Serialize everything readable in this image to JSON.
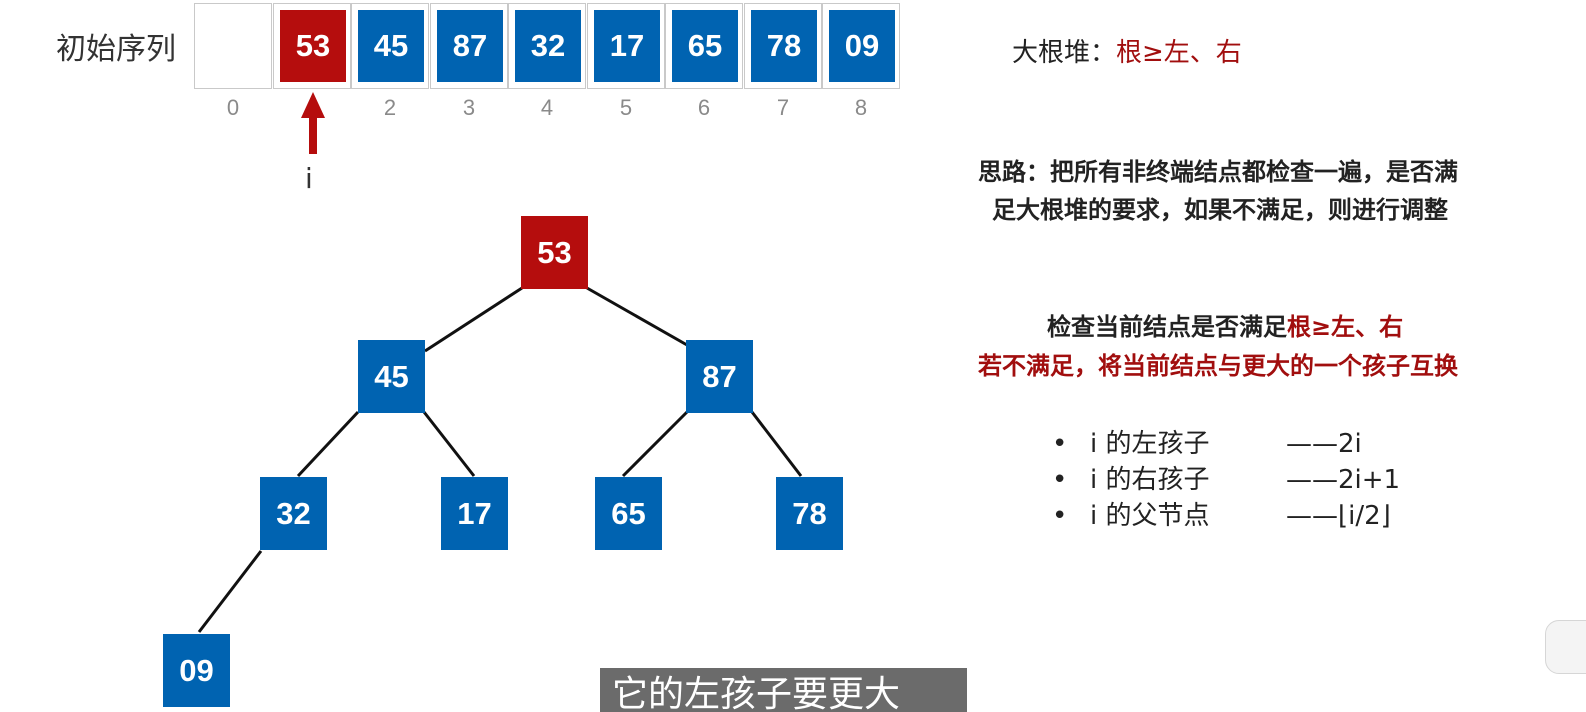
{
  "sequence": {
    "label": "初始序列",
    "values": [
      "",
      "53",
      "45",
      "87",
      "32",
      "17",
      "65",
      "78",
      "09"
    ],
    "indices": [
      "0",
      "",
      "2",
      "3",
      "4",
      "5",
      "6",
      "7",
      "8"
    ],
    "highlight_index": 1,
    "pointer_label": "i"
  },
  "tree": {
    "nodes": [
      "53",
      "45",
      "87",
      "32",
      "17",
      "65",
      "78",
      "09"
    ],
    "root_highlight": true
  },
  "colors": {
    "blue": "#0063b1",
    "red": "#b50d0d",
    "text_red": "#a10e0e"
  },
  "notes": {
    "heap_def_prefix": "大根堆：",
    "heap_def_rule": "根≥左、右",
    "idea_line1": "思路：把所有非终端结点都检查一遍，是否满",
    "idea_line2": "足大根堆的要求，如果不满足，则进行调整",
    "check_prefix": "检查当前结点是否满足",
    "check_rule": "根≥左、右",
    "swap_line": "若不满足，将当前结点与更大的一个孩子互换"
  },
  "bullets": [
    {
      "label": "i 的左孩子",
      "formula": "——2i"
    },
    {
      "label": "i 的右孩子",
      "formula": "——2i+1"
    },
    {
      "label": "i 的父节点",
      "formula": "——⌊i/2⌋"
    }
  ],
  "subtitle": "它的左孩子要更大"
}
